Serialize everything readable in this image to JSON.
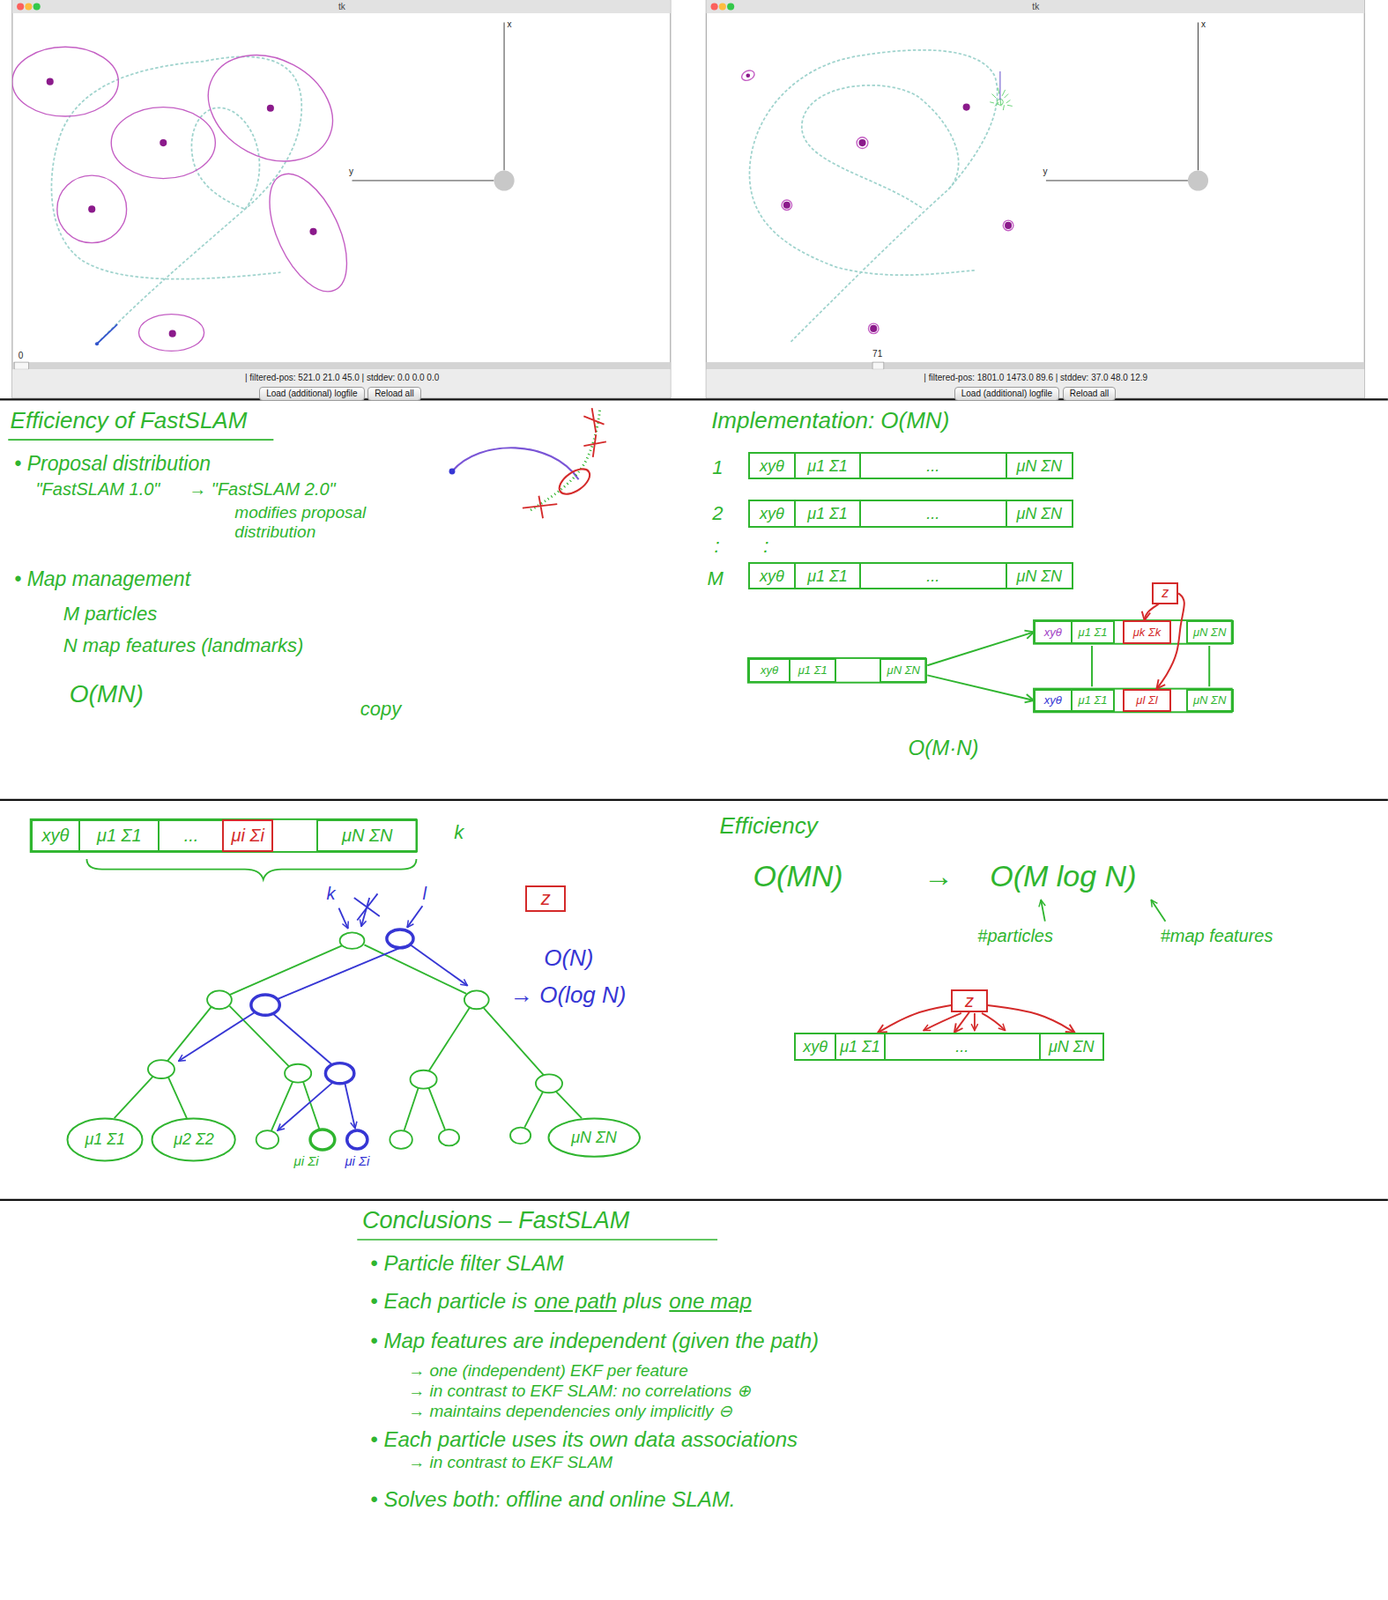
{
  "diagram": {
    "nodes": [
      {
        "text": [
          "Load (additional) logfile"
        ]
      },
      {
        "text": [
          "Reload all"
        ]
      },
      {
        "text": [
          "Load (additional) logfile"
        ]
      },
      {
        "text": [
          "Reload all"
        ]
      },
      {
        "text": [
          "xyθ"
        ]
      },
      {
        "text": [
          "μ1 Σ1"
        ]
      },
      {
        "text": [
          "..."
        ]
      },
      {
        "text": [
          "μN ΣN"
        ]
      },
      {
        "text": [
          "xyθ"
        ]
      },
      {
        "text": [
          "μ1 Σ1"
        ]
      },
      {
        "text": [
          "..."
        ]
      },
      {
        "text": [
          "μN ΣN"
        ]
      },
      {
        "text": [
          "xyθ"
        ]
      },
      {
        "text": [
          "μ1 Σ1"
        ]
      },
      {
        "text": [
          "..."
        ]
      },
      {
        "text": [
          "μN ΣN"
        ]
      },
      {
        "text": [
          "xyθ"
        ]
      },
      {
        "text": [
          "μ1 Σ1"
        ]
      },
      {
        "text": [
          "μN ΣN"
        ]
      },
      {
        "text": [
          "z"
        ]
      },
      {
        "text": [
          "xyθ"
        ]
      },
      {
        "text": [
          "μ1 Σ1"
        ]
      },
      {
        "text": [
          "μk Σk"
        ]
      },
      {
        "text": [
          "μN ΣN"
        ]
      },
      {
        "text": [
          "xyθ"
        ]
      },
      {
        "text": [
          "μ1 Σ1"
        ]
      },
      {
        "text": [
          "μl Σl"
        ]
      },
      {
        "text": [
          "μN ΣN"
        ]
      },
      {
        "text": [
          "xyθ"
        ]
      },
      {
        "text": [
          "μ1 Σ1"
        ]
      },
      {
        "text": [
          "..."
        ]
      },
      {
        "text": [
          "μi Σi"
        ]
      },
      {
        "text": [
          "μN ΣN"
        ]
      },
      {
        "text": [
          "z"
        ]
      },
      {
        "text": [
          "μ1 Σ1"
        ]
      },
      {
        "text": [
          "μ2 Σ2"
        ]
      },
      {
        "text": [
          "μN ΣN"
        ]
      },
      {
        "text": [
          "z"
        ]
      },
      {
        "text": [
          "xyθ"
        ]
      },
      {
        "text": [
          "μ1 Σ1"
        ]
      },
      {
        "text": [
          "..."
        ]
      },
      {
        "text": [
          "μN ΣN"
        ]
      }
    ],
    "edges": [
      {
        "from": 18,
        "to": 20,
        "arrow": "to"
      },
      {
        "from": 18,
        "to": 24,
        "arrow": "to"
      },
      {
        "from": 19,
        "to": 22,
        "arrow": "to"
      },
      {
        "from": 19,
        "to": 26,
        "arrow": "to"
      },
      {
        "from": 37,
        "to": 39,
        "arrow": "to"
      },
      {
        "from": 37,
        "to": 40,
        "arrow": "to"
      },
      {
        "from": 37,
        "to": 41,
        "arrow": "to"
      }
    ],
    "labels": [
      "tk",
      "x",
      "y",
      "0",
      "| filtered-pos: 521.0 21.0 45.0 | stddev: 0.0 0.0 0.0",
      "tk",
      "x",
      "y",
      "71",
      "| filtered-pos: 1801.0 1473.0 89.6 | stddev: 37.0 48.0 12.9",
      "Efficiency of FastSLAM",
      "• Proposal distribution",
      "\"FastSLAM 1.0\"",
      "→ \"FastSLAM 2.0\"",
      "modifies proposal distribution",
      "• Map management",
      "M particles",
      "N map features (landmarks)",
      "O(MN)",
      "copy",
      "Implementation: O(MN)",
      "1",
      "2",
      ":",
      ":",
      "M",
      "O(M·N)",
      "k",
      "k",
      "l",
      "O(N)",
      "→ O(log N)",
      "μi Σi",
      "μi Σi",
      "Efficiency",
      "O(MN)",
      "→",
      "O(M log N)",
      "#particles",
      "#map features",
      "Conclusions – FastSLAM",
      "• Particle filter SLAM",
      "• Each particle is",
      "one path",
      "plus",
      "one map",
      "• Map features are independent (given the path)",
      "→ one (independent) EKF per feature",
      "→ in contrast to EKF SLAM: no correlations ⊕",
      "→ maintains dependencies only implicitly ⊖",
      "• Each particle uses its own data associations",
      "→ in contrast to EKF SLAM",
      "• Solves both: offline and online SLAM."
    ]
  }
}
